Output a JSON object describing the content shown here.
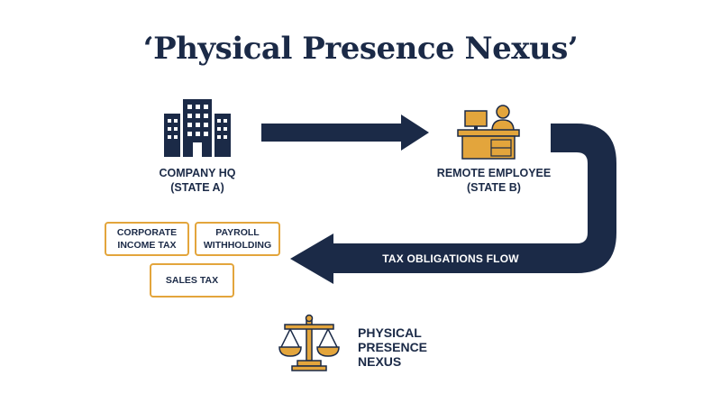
{
  "title": "‘Physical Presence Nexus’",
  "nodes": {
    "company": {
      "line1": "COMPANY HQ",
      "line2": "(STATE A)",
      "icon": "office-building-icon"
    },
    "employee": {
      "line1": "REMOTE EMPLOYEE",
      "line2": "(STATE B)",
      "icon": "employee-desk-icon"
    }
  },
  "flow_label": "TAX OBLIGATIONS FLOW",
  "taxes": {
    "corporate": {
      "line1": "CORPORATE",
      "line2": "INCOME TAX"
    },
    "payroll": {
      "line1": "PAYROLL",
      "line2": "WITHHOLDING"
    },
    "sales": {
      "line1": "SALES TAX"
    }
  },
  "nexus": {
    "line1": "PHYSICAL",
    "line2": "PRESENCE",
    "line3": "NEXUS",
    "icon": "scales-of-justice-icon"
  },
  "colors": {
    "navy": "#1b2a47",
    "gold": "#e3a53c"
  }
}
